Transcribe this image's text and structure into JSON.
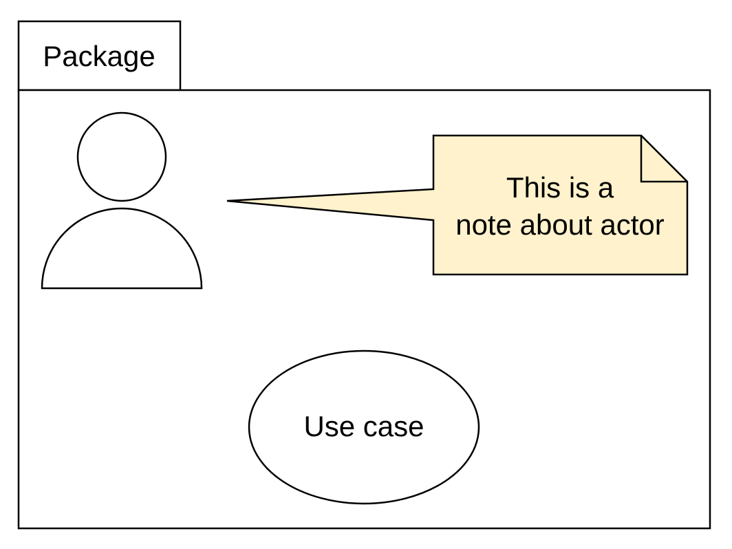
{
  "diagram": {
    "package": {
      "label": "Package"
    },
    "actor": {
      "icon": "person-icon"
    },
    "note": {
      "lines": [
        "This is a",
        "note about actor"
      ],
      "fill": "#fff2cc"
    },
    "use_case": {
      "label": "Use case"
    }
  }
}
